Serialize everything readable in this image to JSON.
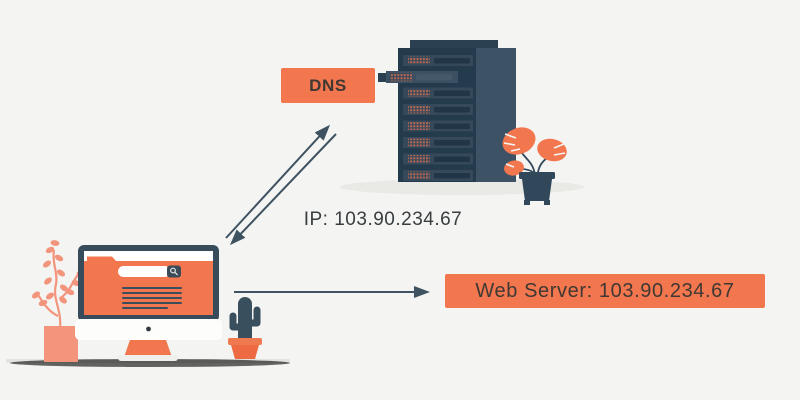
{
  "labels": {
    "dns_box": "DNS",
    "ip_text": "IP: 103.90.234.67",
    "web_server_box": "Web Server: 103.90.234.67"
  },
  "colors": {
    "background": "#f4f4f2",
    "accent": "#f2774f",
    "accent_light": "#f2957c",
    "dark": "#2e4354",
    "dark_light": "#3d5365",
    "arrow": "#3e5261",
    "text": "#3f3833",
    "led": "#bd6851",
    "shadow": "#e9e9e5"
  },
  "icons": {
    "search": "magnifier glyph on browser search bar",
    "server_leds": "led dot grid on server rack units"
  }
}
